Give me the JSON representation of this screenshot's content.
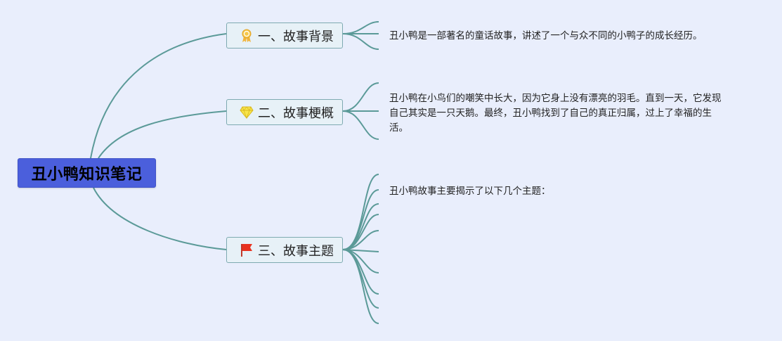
{
  "root": {
    "title": "丑小鸭知识笔记",
    "color": "#4b5fdc"
  },
  "branches": [
    {
      "label": "一、故事背景",
      "icon": "award-ribbon-icon",
      "content": "丑小鸭是一部著名的童话故事，讲述了一个与众不同的小鸭子的成长经历。"
    },
    {
      "label": "二、故事梗概",
      "icon": "diamond-icon",
      "content": "丑小鸭在小鸟们的嘲笑中长大，因为它身上没有漂亮的羽毛。直到一天，它发现自己其实是一只天鹅。最终，丑小鸭找到了自己的真正归属，过上了幸福的生活。"
    },
    {
      "label": "三、故事主题",
      "icon": "red-flag-icon",
      "content": "丑小鸭故事主要揭示了以下几个主题："
    }
  ],
  "colors": {
    "connector": "#5b9a98",
    "branch_border": "#7eaab1",
    "branch_fill": "#e7f1f7",
    "background": "#e9eefc"
  }
}
